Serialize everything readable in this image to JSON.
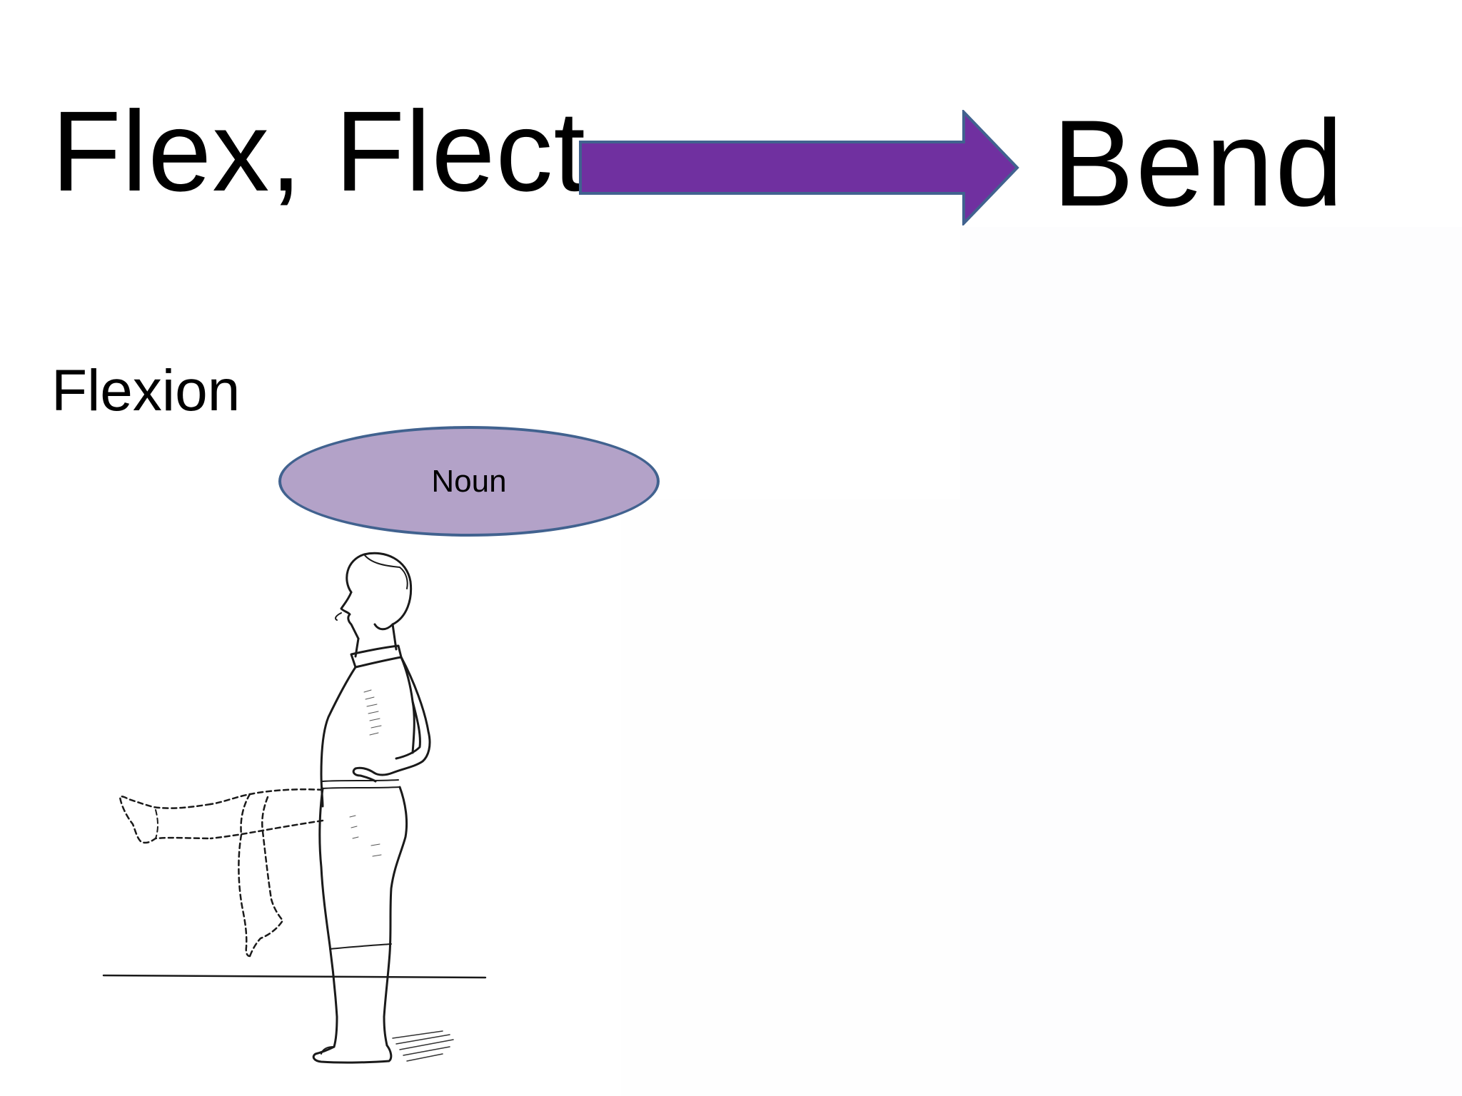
{
  "slide": {
    "title_left": "Flex, Flect",
    "title_right": "Bend",
    "subtitle": "Flexion",
    "oval_label": "Noun"
  },
  "colors": {
    "arrow_fill": "#7030a0",
    "arrow_stroke": "#41628f",
    "oval_fill": "#b3a2c8",
    "oval_stroke": "#41628f"
  },
  "figure": {
    "icon": "standing-man-leg-flexion-illustration"
  }
}
